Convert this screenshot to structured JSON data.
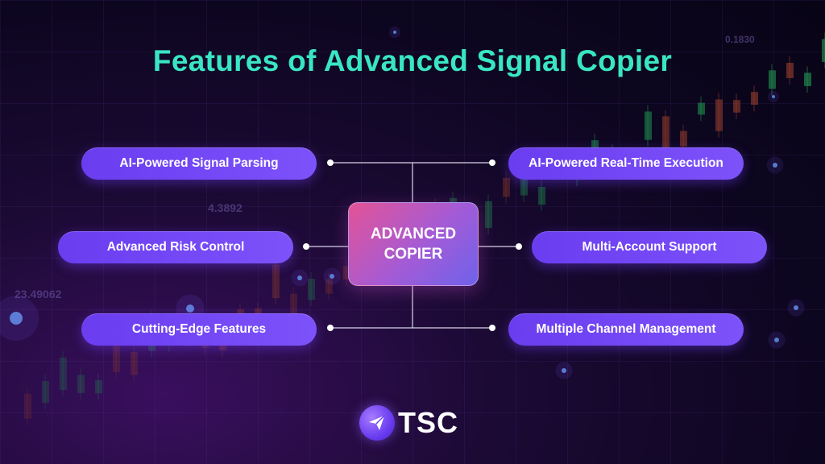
{
  "title": "Features of Advanced Signal Copier",
  "center": {
    "line1": "ADVANCED",
    "line2": "COPIER"
  },
  "features": {
    "left_top": "AI-Powered Signal Parsing",
    "left_middle": "Advanced Risk Control",
    "left_bottom": "Cutting-Edge Features",
    "right_top": "AI-Powered Real-Time Execution",
    "right_middle": "Multi-Account Support",
    "right_bottom": "Multiple Channel Management"
  },
  "background_numbers": [
    "4.3892",
    "23.49062",
    "0.1830"
  ],
  "logo": {
    "text": "TSC",
    "icon": "paper-plane-icon"
  },
  "colors": {
    "title": "#39e6c4",
    "pill": "#7a4ff8",
    "center_gradient_start": "#e45396",
    "center_gradient_end": "#6e62ea",
    "background": "#0d0620",
    "candle_green": "#1f8a4c",
    "candle_red": "#8a3a2a"
  }
}
